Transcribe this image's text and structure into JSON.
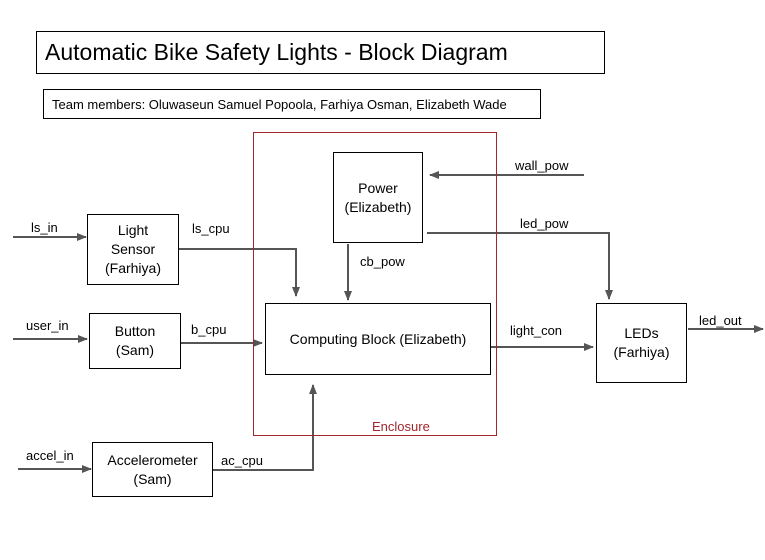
{
  "title": "Automatic Bike Safety Lights - Block Diagram",
  "team": "Team members: Oluwaseun Samuel Popoola, Farhiya Osman, Elizabeth Wade",
  "enclosure_label": "Enclosure",
  "colors": {
    "enclosure": "#a0272d",
    "arrow": "#555555",
    "box_border": "#000000"
  },
  "blocks": {
    "power": "Power\n(Elizabeth)",
    "light_sensor": "Light\nSensor\n(Farhiya)",
    "button": "Button\n(Sam)",
    "computing": "Computing Block (Elizabeth)",
    "leds": "LEDs\n(Farhiya)",
    "accelerometer": "Accelerometer\n(Sam)"
  },
  "signals": {
    "ls_in": "ls_in",
    "ls_cpu": "ls_cpu",
    "user_in": "user_in",
    "b_cpu": "b_cpu",
    "accel_in": "accel_in",
    "ac_cpu": "ac_cpu",
    "wall_pow": "wall_pow",
    "led_pow": "led_pow",
    "cb_pow": "cb_pow",
    "light_con": "light_con",
    "led_out": "led_out"
  }
}
